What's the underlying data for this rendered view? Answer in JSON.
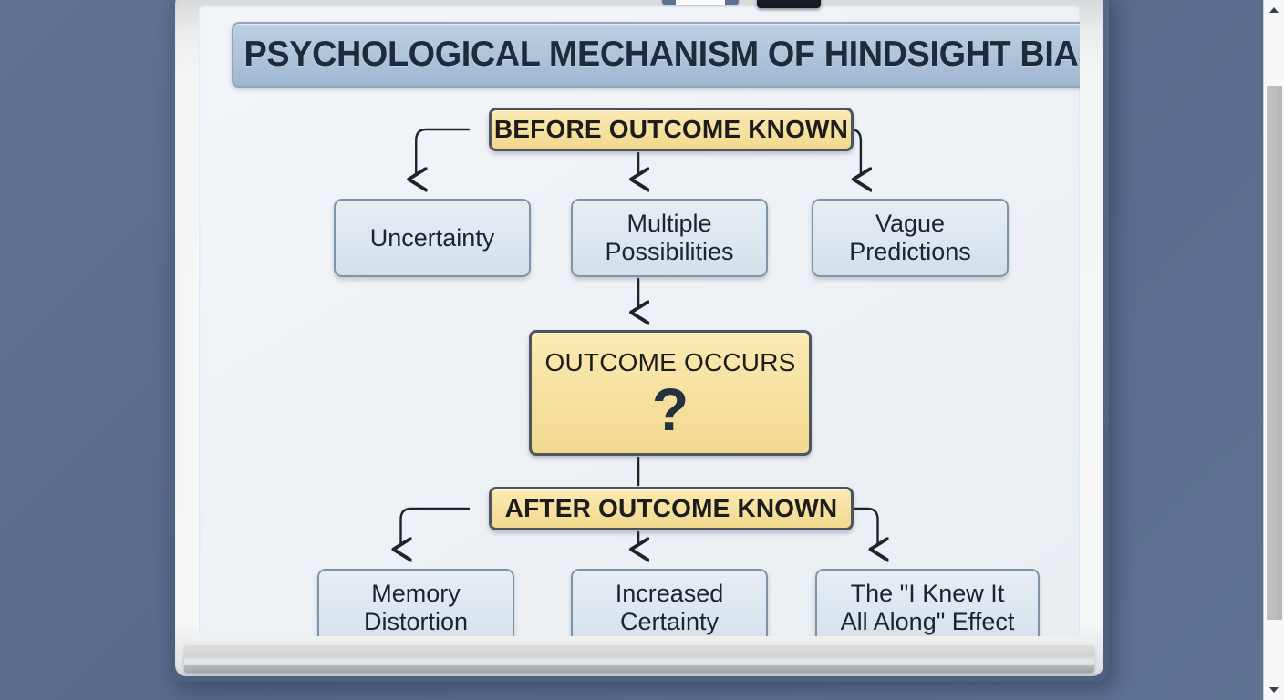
{
  "window": {
    "background_color": "#5d7190",
    "scrollbar": {
      "up_arrow": "scroll-up",
      "down_arrow": "scroll-down",
      "thumb": "scroll-thumb"
    }
  },
  "whiteboard": {
    "frame_color": "#f4f5f5",
    "surface_color": "#eef2f6",
    "corner_color": "#3a3f46",
    "tray": {
      "marker": "whiteboard-marker",
      "eraser": "whiteboard-eraser"
    }
  },
  "diagram": {
    "type": "flowchart",
    "title": "PSYCHOLOGICAL MECHANISM OF HINDSIGHT BIAS",
    "colors": {
      "title_fill": "#aec3d9",
      "stage_fill": "#f6e1a0",
      "node_fill": "#dde7ef",
      "border": "#4b545f",
      "text": "#1c1c1c"
    },
    "stage_before": {
      "label": "BEFORE OUTCOME KNOWN"
    },
    "before_nodes": [
      {
        "label": "Uncertainty"
      },
      {
        "label": "Multiple\nPossibilities",
        "line1": "Multiple",
        "line2": "Possibilities"
      },
      {
        "label": "Vague\nPredictions",
        "line1": "Vague",
        "line2": "Predictions"
      }
    ],
    "outcome": {
      "label": "OUTCOME OCCURS",
      "symbol": "?"
    },
    "stage_after": {
      "label": "AFTER OUTCOME KNOWN"
    },
    "after_nodes": [
      {
        "label": "Memory\nDistortion",
        "line1": "Memory",
        "line2": "Distortion"
      },
      {
        "label": "Increased\nCertainty",
        "line1": "Increased",
        "line2": "Certainty"
      },
      {
        "label": "The \"I Knew It\nAll Along\" Effect",
        "line1": "The \"I Knew It",
        "line2": "All Along\" Effect"
      }
    ]
  }
}
